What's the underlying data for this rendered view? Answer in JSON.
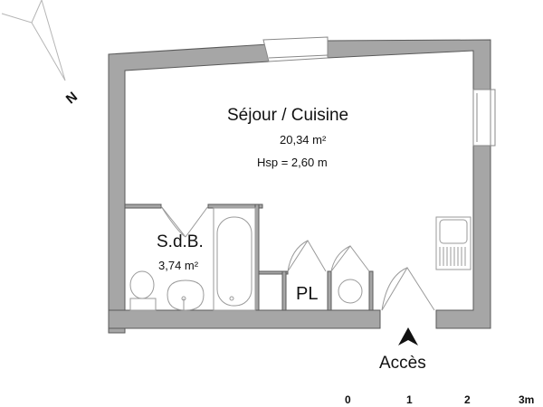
{
  "colors": {
    "wall_fill": "#a6a6a6",
    "wall_stroke": "#5a5a5a",
    "fixture_stroke": "#9a9a9a",
    "text": "#111111",
    "background": "#ffffff"
  },
  "compass": {
    "label": "N",
    "icon": "north-arrow-icon"
  },
  "rooms": {
    "living": {
      "name": "Séjour / Cuisine",
      "area": "20,34 m²",
      "height": "Hsp = 2,60 m"
    },
    "bathroom": {
      "name": "S.d.B.",
      "area": "3,74 m²"
    },
    "closet": {
      "name": "PL"
    }
  },
  "entrance": {
    "label": "Accès",
    "icon": "entrance-arrow-icon"
  },
  "scale_bar": {
    "ticks": [
      "0",
      "1",
      "2",
      "3m"
    ]
  },
  "fixtures": [
    "toilet",
    "washbasin",
    "bathtub",
    "kitchen-sink",
    "water-heater"
  ]
}
